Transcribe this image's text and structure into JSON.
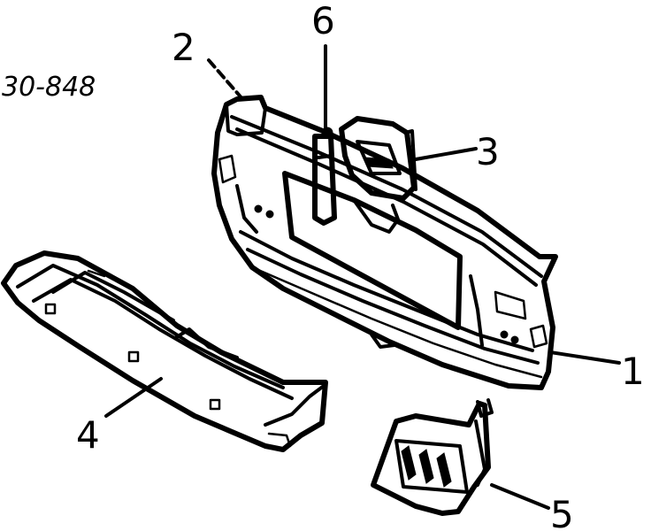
{
  "diagram": {
    "part_code": "30-848",
    "callouts": {
      "c1": "1",
      "c2": "2",
      "c3": "3",
      "c4": "4",
      "c5": "5",
      "c6": "6"
    }
  }
}
